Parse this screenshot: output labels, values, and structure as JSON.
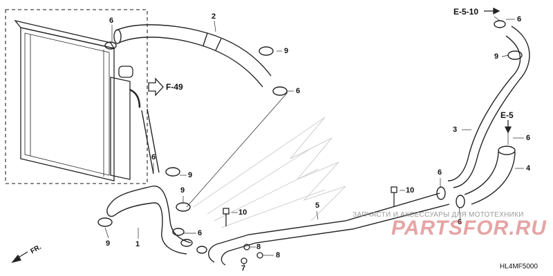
{
  "diagram": {
    "part_numbers": [
      "1",
      "2",
      "3",
      "4",
      "5",
      "6",
      "7",
      "8",
      "9",
      "10"
    ],
    "callouts": {
      "c1": "1",
      "c2": "2",
      "c3": "3",
      "c4": "4",
      "c5": "5",
      "c6a": "6",
      "c6b": "6",
      "c6c": "6",
      "c6d": "6",
      "c6e": "6",
      "c6f": "6",
      "c6g": "6",
      "c7": "7",
      "c8a": "8",
      "c8b": "8",
      "c9a": "9",
      "c9b": "9",
      "c9c": "9",
      "c9d": "9",
      "c9e": "9",
      "c10a": "10",
      "c10b": "10"
    },
    "references": {
      "f49": "F-49",
      "e510": "E-5-10",
      "e5": "E-5"
    },
    "direction_label": "FR.",
    "diagram_code": "HL4MF5000"
  },
  "watermark": {
    "tagline": "ЗАПЧАСТИ И АКСЕССУАРЫ ДЛЯ МОТОТЕХНИКИ",
    "brand": "PARTSFOR.RU"
  },
  "colors": {
    "line": "#222222",
    "watermark": "#d25a5a"
  }
}
